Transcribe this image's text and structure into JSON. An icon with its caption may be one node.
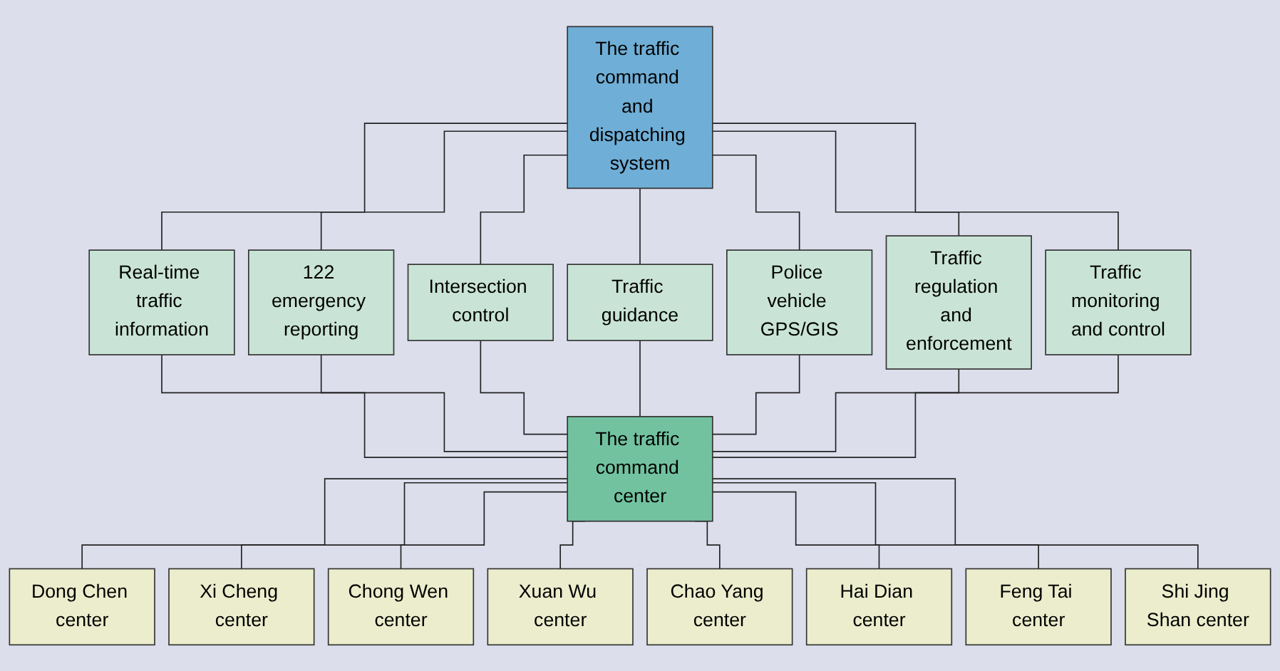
{
  "diagram": {
    "nodes": [
      {
        "text": [
          "The traffic command and dispatching system"
        ]
      },
      {
        "text": [
          "Real-time traffic information"
        ]
      },
      {
        "text": [
          "122 emergency reporting"
        ]
      },
      {
        "text": [
          "Intersection control"
        ]
      },
      {
        "text": [
          "Traffic guidance"
        ]
      },
      {
        "text": [
          "Police vehicle GPS/GIS"
        ]
      },
      {
        "text": [
          "Traffic regulation and enforcement"
        ]
      },
      {
        "text": [
          "Traffic monitoring and control"
        ]
      },
      {
        "text": [
          "The traffic command center"
        ]
      },
      {
        "text": [
          "Dong Chen center"
        ]
      },
      {
        "text": [
          "Xi Cheng center"
        ]
      },
      {
        "text": [
          "Chong Wen center"
        ]
      },
      {
        "text": [
          "Xuan Wu center"
        ]
      },
      {
        "text": [
          "Chao Yang center"
        ]
      },
      {
        "text": [
          "Hai Dian center"
        ]
      },
      {
        "text": [
          "Feng Tai center"
        ]
      },
      {
        "text": [
          "Shi Jing Shan center"
        ]
      }
    ],
    "edges": [
      {
        "from": 0,
        "to": 1,
        "arrow": "none"
      },
      {
        "from": 0,
        "to": 2,
        "arrow": "none"
      },
      {
        "from": 0,
        "to": 3,
        "arrow": "none"
      },
      {
        "from": 0,
        "to": 4,
        "arrow": "none"
      },
      {
        "from": 0,
        "to": 5,
        "arrow": "none"
      },
      {
        "from": 0,
        "to": 6,
        "arrow": "none"
      },
      {
        "from": 0,
        "to": 7,
        "arrow": "none"
      },
      {
        "from": 1,
        "to": 8,
        "arrow": "none"
      },
      {
        "from": 2,
        "to": 8,
        "arrow": "none"
      },
      {
        "from": 3,
        "to": 8,
        "arrow": "none"
      },
      {
        "from": 4,
        "to": 8,
        "arrow": "none"
      },
      {
        "from": 5,
        "to": 8,
        "arrow": "none"
      },
      {
        "from": 6,
        "to": 8,
        "arrow": "none"
      },
      {
        "from": 7,
        "to": 8,
        "arrow": "none"
      },
      {
        "from": 8,
        "to": 9,
        "arrow": "none"
      },
      {
        "from": 8,
        "to": 10,
        "arrow": "none"
      },
      {
        "from": 8,
        "to": 11,
        "arrow": "none"
      },
      {
        "from": 8,
        "to": 12,
        "arrow": "none"
      },
      {
        "from": 8,
        "to": 13,
        "arrow": "none"
      },
      {
        "from": 8,
        "to": 14,
        "arrow": "none"
      },
      {
        "from": 8,
        "to": 15,
        "arrow": "none"
      },
      {
        "from": 8,
        "to": 16,
        "arrow": "none"
      }
    ]
  }
}
